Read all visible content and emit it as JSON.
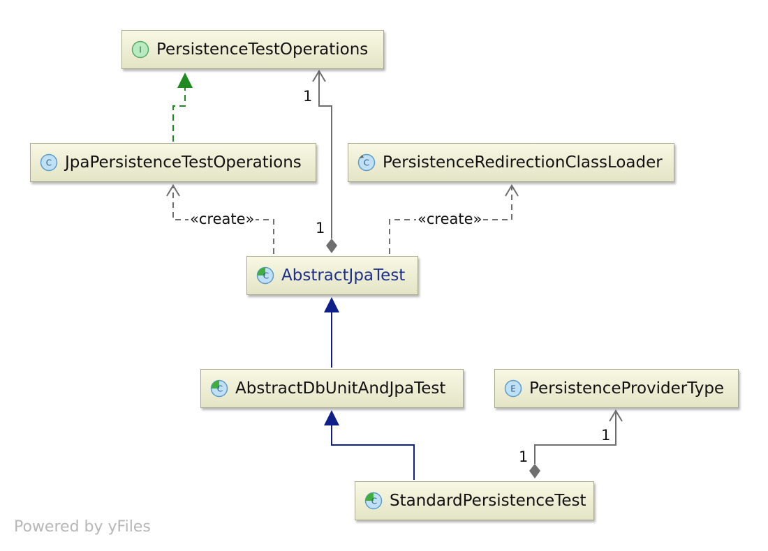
{
  "colors": {
    "realization": "#1f8a1f",
    "inheritance": "#0f1f8a",
    "dependency": "#6e6e6e",
    "aggregation": "#6e6e6e",
    "abstract_text": "#1c2f8c"
  },
  "nodes": {
    "persistence_test_operations": {
      "name": "PersistenceTestOperations",
      "icon": "interface-icon",
      "icon_letter": "I"
    },
    "jpa_persistence_test_operations": {
      "name": "JpaPersistenceTestOperations",
      "icon": "class-icon",
      "icon_letter": "C"
    },
    "persistence_redirection_class_loader": {
      "name": "PersistenceRedirectionClassLoader",
      "icon": "class-icon",
      "icon_letter": "C"
    },
    "abstract_jpa_test": {
      "name": "AbstractJpaTest",
      "icon": "abstract-class-icon",
      "icon_letter": "C"
    },
    "abstract_db_unit_and_jpa_test": {
      "name": "AbstractDbUnitAndJpaTest",
      "icon": "abstract-class-icon",
      "icon_letter": "C"
    },
    "persistence_provider_type": {
      "name": "PersistenceProviderType",
      "icon": "enum-icon",
      "icon_letter": "E"
    },
    "standard_persistence_test": {
      "name": "StandardPersistenceTest",
      "icon": "abstract-class-icon",
      "icon_letter": "C"
    }
  },
  "edge_labels": {
    "create_left": "«create»",
    "create_right": "«create»",
    "mult_ops_target": "1",
    "mult_ops_source": "1",
    "mult_provider_target": "1",
    "mult_provider_source": "1"
  },
  "footer": "Powered by yFiles"
}
